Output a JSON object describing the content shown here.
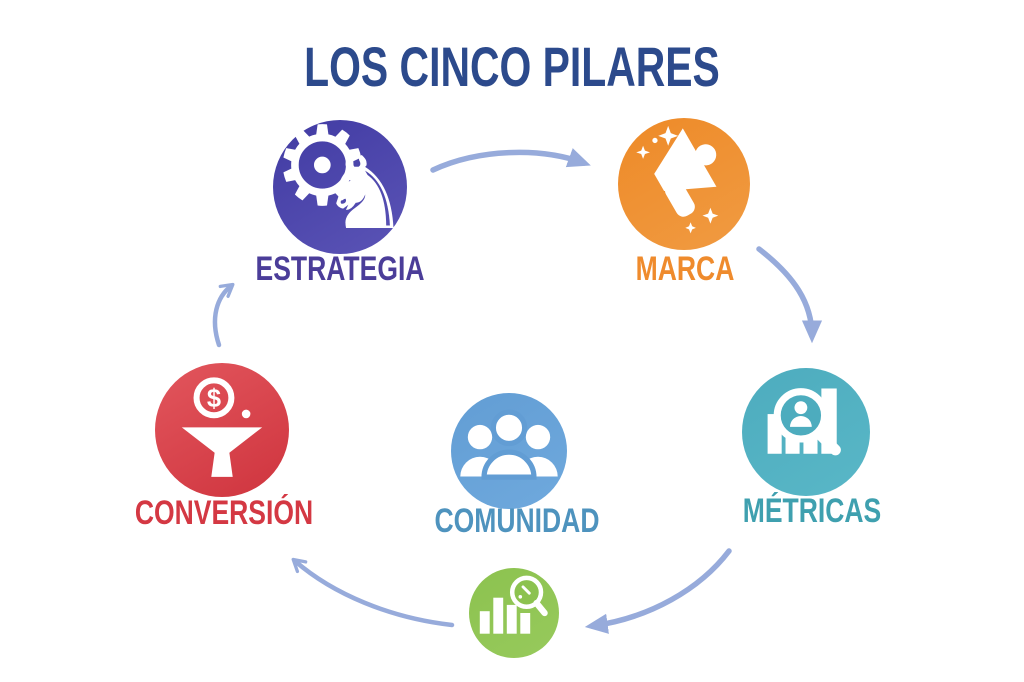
{
  "title": {
    "text": "LOS CINCO PILARES"
  },
  "colors": {
    "background": "#ffffff",
    "title": "#2C4A8C",
    "arrow": "#97ABDB"
  },
  "pillars": [
    {
      "id": "estrategia",
      "label": "ESTRATEGIA",
      "icon": "gear-chess-knight-icon",
      "circle_color_top": "#413BA3",
      "circle_color_bottom": "#5B54B6",
      "label_color": "#4B3D99"
    },
    {
      "id": "marca",
      "label": "MARCA",
      "icon": "megaphone-sparkles-icon",
      "circle_color_top": "#EE8A28",
      "circle_color_bottom": "#F09B42",
      "label_color": "#EF8B2D"
    },
    {
      "id": "metricas",
      "label": "MÉTRICAS",
      "icon": "bar-chart-magnifier-person-icon",
      "circle_color_top": "#4DACBE",
      "circle_color_bottom": "#59B7C7",
      "label_color": "#3FA0AF"
    },
    {
      "id": "comunidad",
      "label": "COMUNIDAD",
      "icon": "people-group-icon",
      "circle_color_top": "#629DD4",
      "circle_color_bottom": "#6FA9DD",
      "label_color": "#4E93BE"
    },
    {
      "id": "conversion",
      "label": "CONVERSIÓN",
      "icon": "dollar-coin-funnel-icon",
      "circle_color_top": "#E2565D",
      "circle_color_bottom": "#CF343E",
      "label_color": "#D43843"
    }
  ],
  "bottom_node": {
    "id": "analisis",
    "icon": "bar-chart-magnifier-icon",
    "circle_color_top": "#8CC24F",
    "circle_color_bottom": "#97CA5C"
  },
  "arrows": [
    {
      "from": "estrategia",
      "to": "marca"
    },
    {
      "from": "marca",
      "to": "metricas"
    },
    {
      "from": "metricas",
      "to": "analisis"
    },
    {
      "from": "analisis",
      "to": "conversion"
    },
    {
      "from": "conversion",
      "to": "estrategia"
    }
  ],
  "glyphs": {
    "gear": "⚙",
    "chess_knight": "♞",
    "dollar": "$"
  }
}
